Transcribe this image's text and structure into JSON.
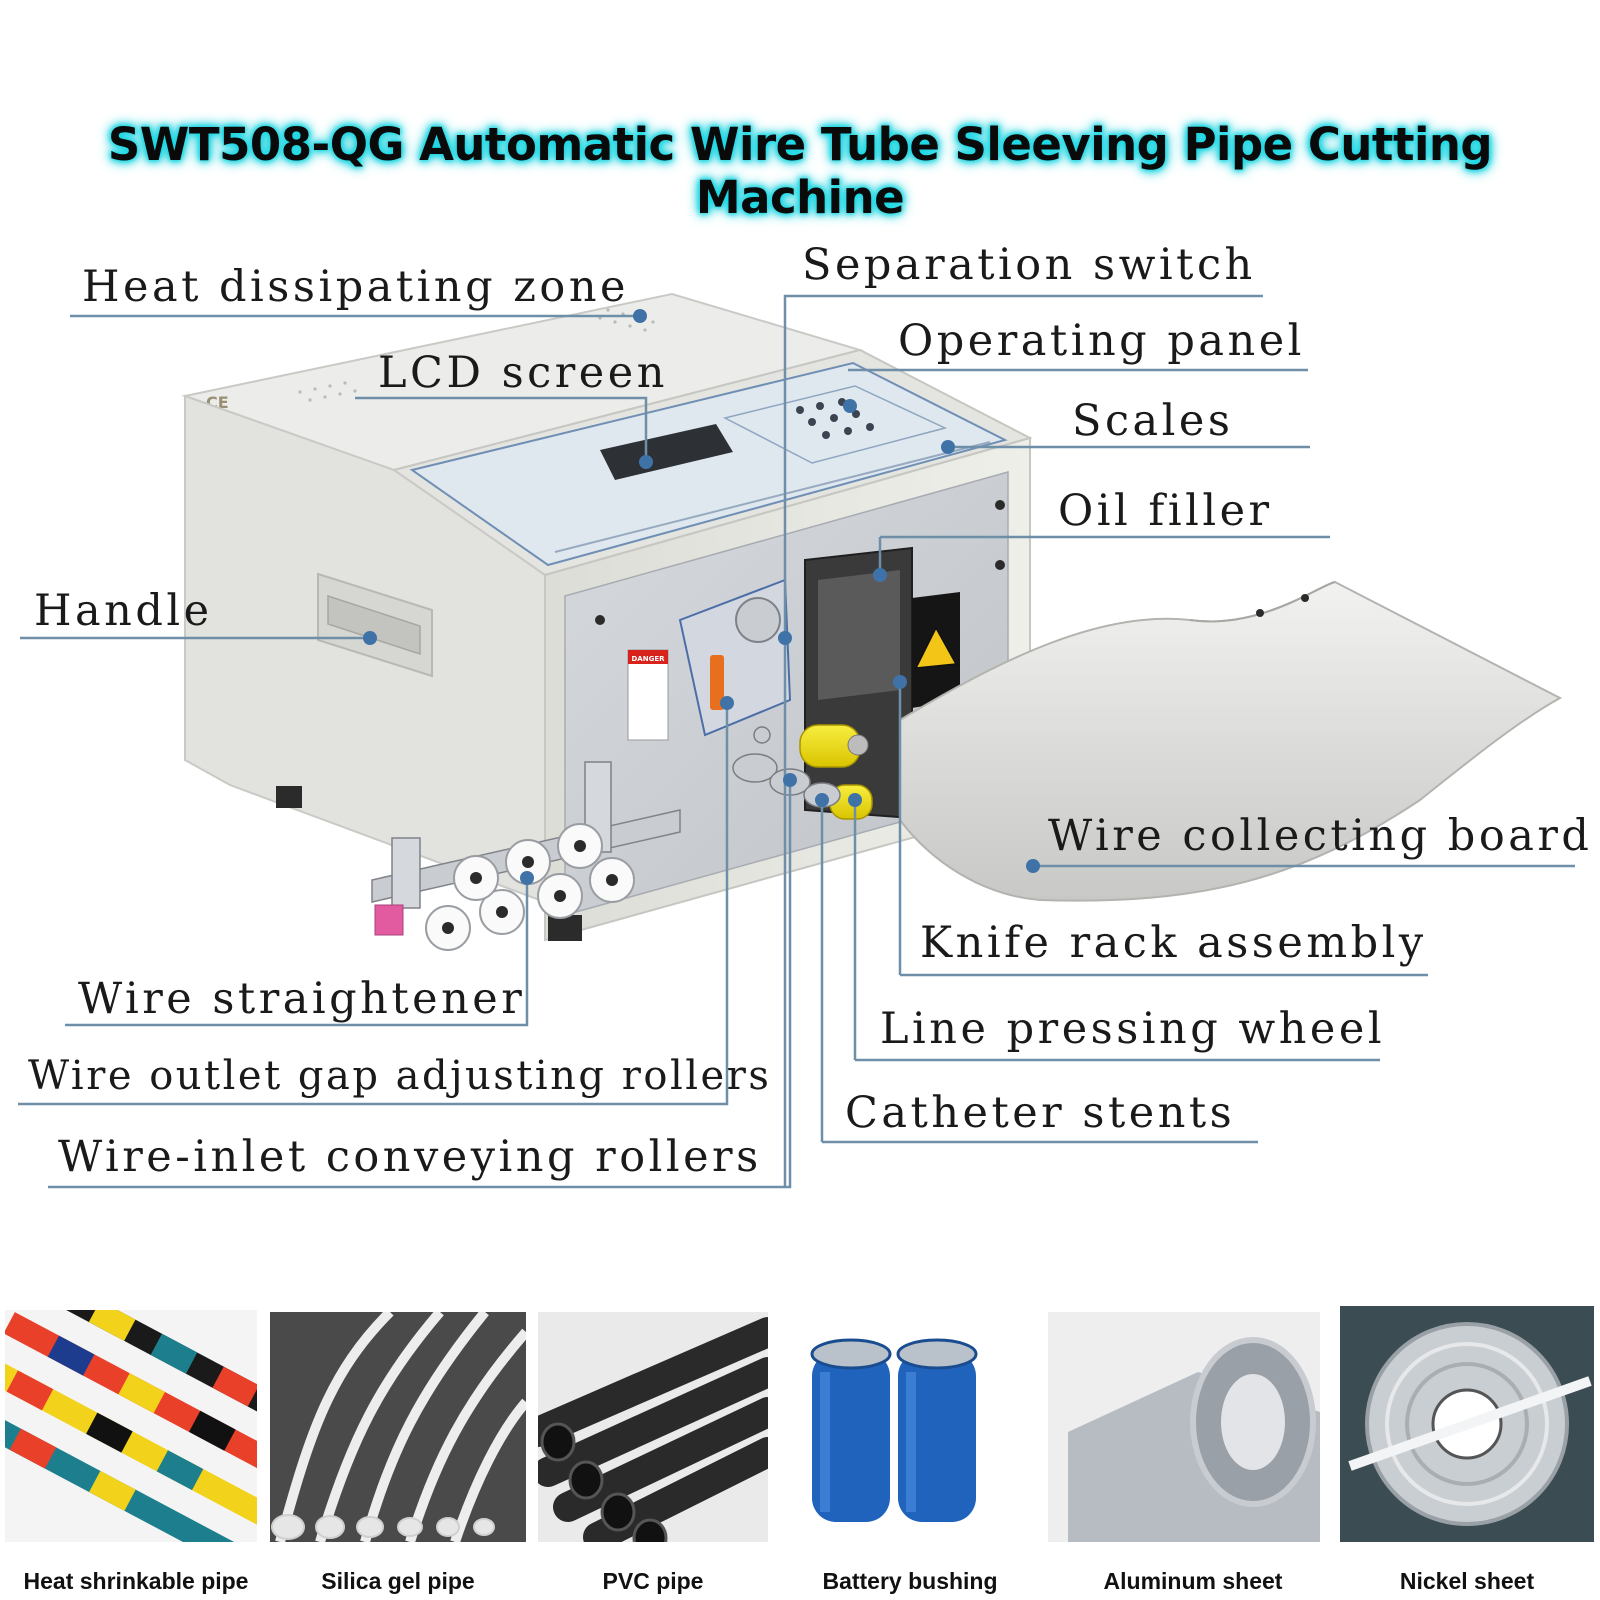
{
  "title": "SWT508-QG Automatic Wire Tube Sleeving Pipe Cutting Machine",
  "colors": {
    "leader": "#6f8fa8",
    "dot": "#3f73a8",
    "glow": "#19d8e4"
  },
  "labels": {
    "heat_dissipating_zone": "Heat dissipating zone",
    "lcd_screen": "LCD screen",
    "handle": "Handle",
    "wire_straightener": "Wire straightener",
    "wire_outlet_gap_adjusting_rollers": "Wire outlet gap adjusting rollers",
    "wire_inlet_conveying_rollers": "Wire-inlet conveying rollers",
    "separation_switch": "Separation switch",
    "operating_panel": "Operating panel",
    "scales": "Scales",
    "oil_filler": "Oil filler",
    "wire_collecting_board": "Wire collecting board",
    "knife_rack_assembly": "Knife rack assembly",
    "line_pressing_wheel": "Line pressing wheel",
    "catheter_stents": "Catheter stents"
  },
  "machine": {
    "ce_mark": "CE",
    "danger_label": "DANGER"
  },
  "applications": [
    {
      "label": "Heat shrinkable pipe"
    },
    {
      "label": "Silica gel pipe"
    },
    {
      "label": "PVC pipe"
    },
    {
      "label": "Battery bushing"
    },
    {
      "label": "Aluminum sheet"
    },
    {
      "label": "Nickel sheet"
    }
  ]
}
